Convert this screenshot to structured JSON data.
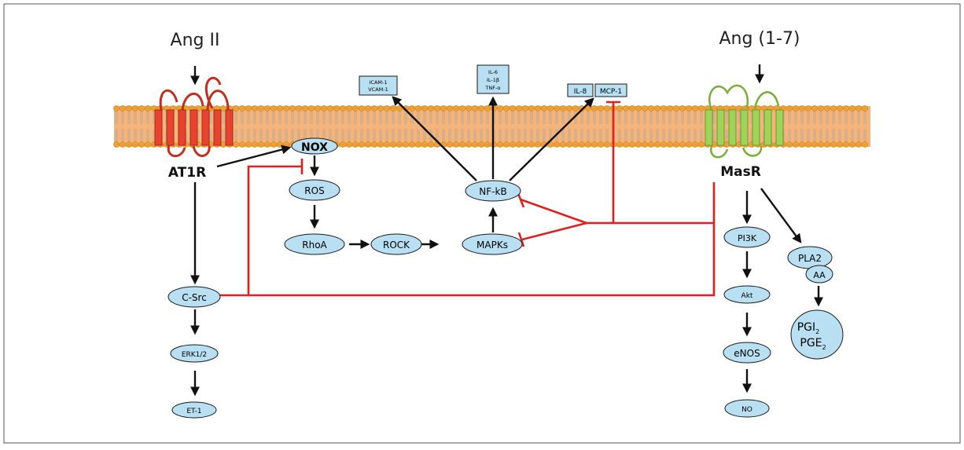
{
  "ligands": {
    "ang2": "Ang II",
    "ang17": "Ang (1-7)"
  },
  "receptors": {
    "at1r": "AT1R",
    "masr": "MasR"
  },
  "nodes": {
    "nox": "NOX",
    "ros": "ROS",
    "rhoa": "RhoA",
    "rock": "ROCK",
    "mapks": "MAPKs",
    "nfkb": "NF-kB",
    "csrc": "C-Src",
    "erk": "ERK1/2",
    "et1": "ET-1",
    "pi3k": "PI3K",
    "akt": "Akt",
    "enos": "eNOS",
    "no": "NO",
    "pla2": "PLA2",
    "aa": "AA"
  },
  "prostanoids": {
    "pgi": "PGI",
    "pgi_sub": "2",
    "pge": "PGE",
    "pge_sub": "2"
  },
  "cytokines": {
    "icam": "ICAM-1",
    "vcam": "VCAM-1",
    "il6": "IL-6",
    "il1b": "IL-1β",
    "tnfa": "TNF-α",
    "il8": "IL-8",
    "mcp1": "MCP-1"
  },
  "colors": {
    "membrane": "#f5b57a",
    "headgroup": "#f0a030",
    "at1r": "#e8432e",
    "masr": "#9fd35a",
    "node_fill": "#b8dff2",
    "inhibition": "#e02020",
    "activation": "#111111"
  }
}
